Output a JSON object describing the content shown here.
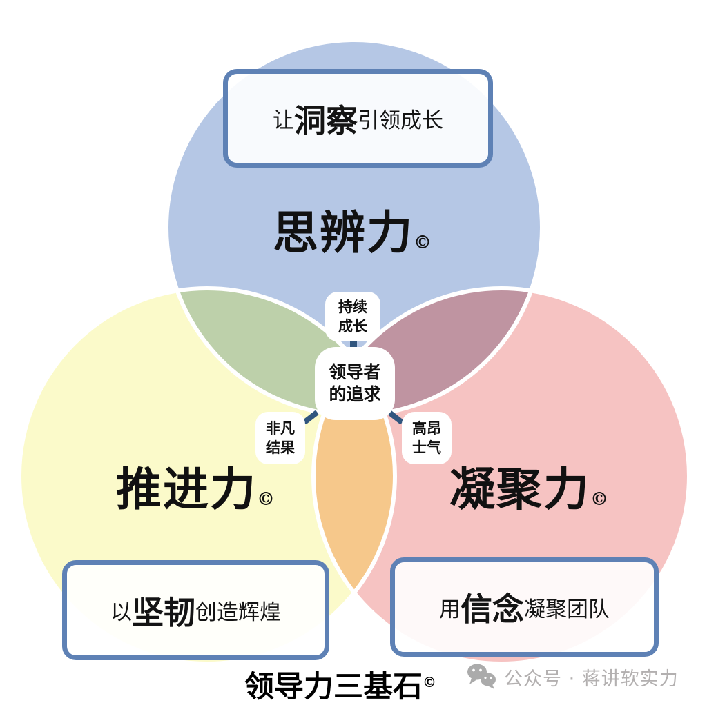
{
  "venn": {
    "top_circle": {
      "title": "思辨力",
      "tm": "©",
      "color": "#B5C7E5",
      "tagline": {
        "prefix": "让",
        "emphasis": "洞察",
        "suffix": "引领成长"
      }
    },
    "left_circle": {
      "title": "推进力",
      "tm": "©",
      "color": "#FBFACA",
      "tagline": {
        "prefix": "以",
        "emphasis": "坚韧",
        "suffix": "创造辉煌"
      }
    },
    "right_circle": {
      "title": "凝聚力",
      "tm": "©",
      "color": "#F6C3C2",
      "tagline": {
        "prefix": "用",
        "emphasis": "信念",
        "suffix": "凝聚团队"
      }
    },
    "overlaps": {
      "top_left_color": "#BDD0AA",
      "top_right_color": "#BF94A1",
      "bottom_color": "#F6C88B",
      "top_label": {
        "line1": "持续",
        "line2": "成长"
      },
      "left_label": {
        "line1": "非凡",
        "line2": "结果"
      },
      "right_label": {
        "line1": "高昂",
        "line2": "士气"
      }
    },
    "center_label": {
      "line1": "领导者",
      "line2": "的追求"
    },
    "connector_color": "#31567F",
    "box_border_color": "#5E81B5",
    "circle_outline_color": "#FFFFFF"
  },
  "caption": {
    "text": "领导力三基石",
    "tm": "©"
  },
  "watermark": {
    "label": "公众号 · 蒋讲软实力",
    "color": "#B3B0B0"
  }
}
